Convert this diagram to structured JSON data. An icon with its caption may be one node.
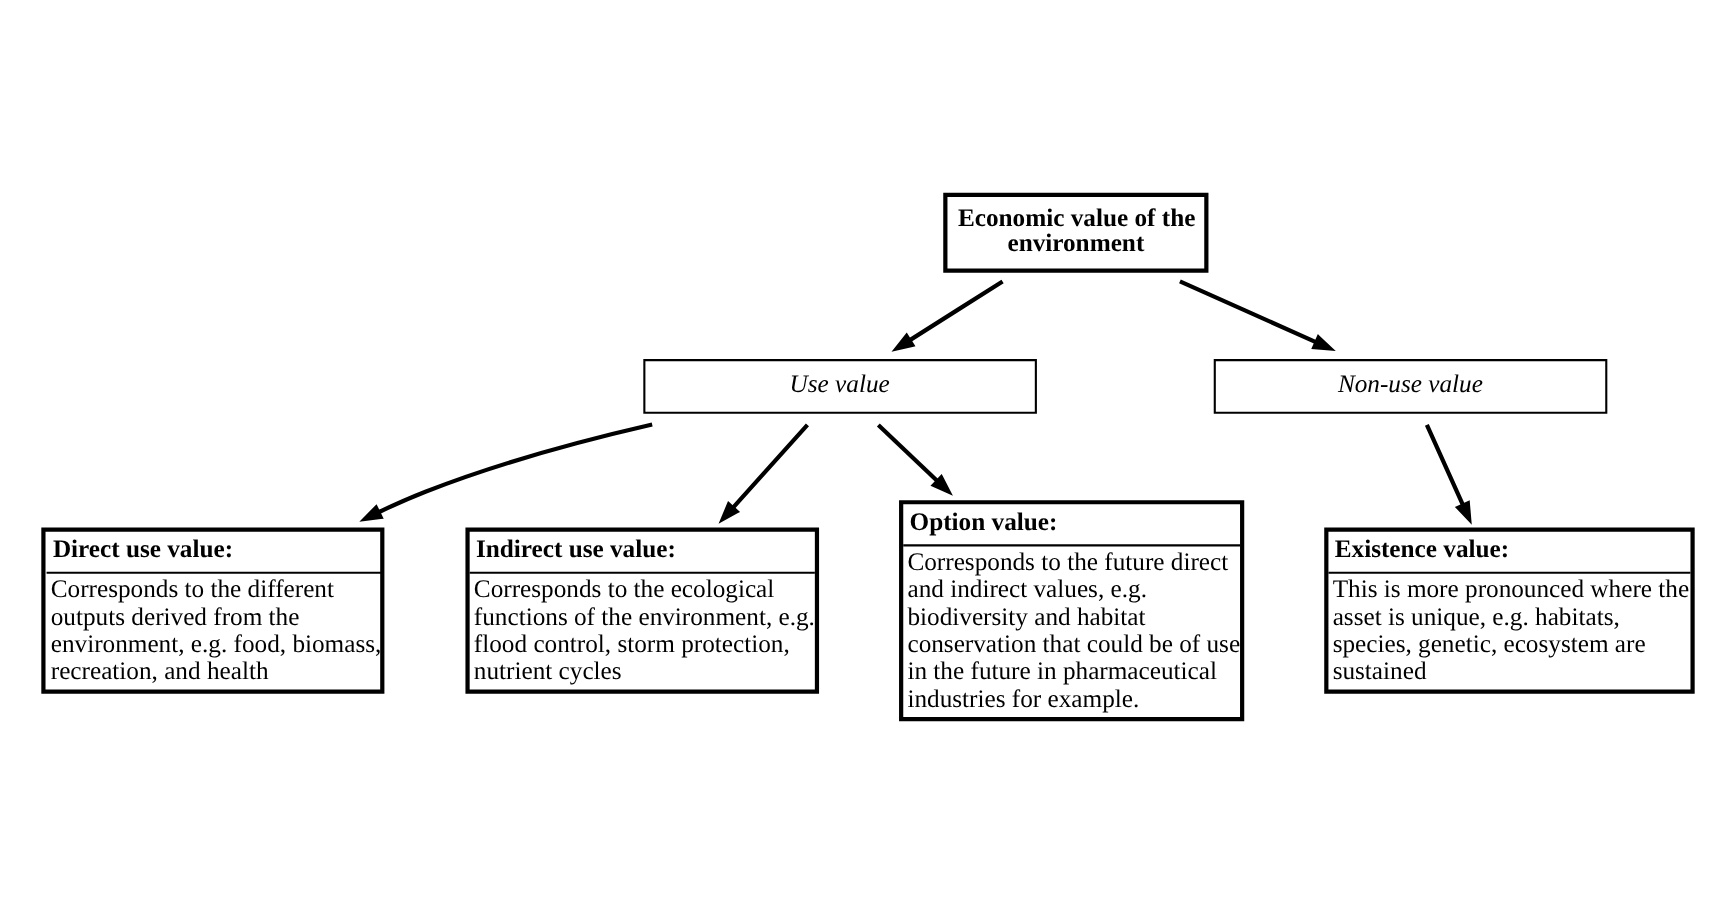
{
  "diagram": {
    "nodes": [
      {
        "text": [
          "Economic value of the environment"
        ]
      },
      {
        "text": [
          "Use value"
        ]
      },
      {
        "text": [
          "Non-use value"
        ]
      },
      {
        "text": [
          "Direct use value:",
          "Corresponds to the different outputs derived from the environment, e.g. food, biomass, recreation, and health"
        ]
      },
      {
        "text": [
          "Indirect use value:",
          "Corresponds to the ecological functions of the environment, e.g. flood control, storm protection, nutrient cycles"
        ]
      },
      {
        "text": [
          "Option value:",
          "Corresponds to the future direct and indirect values, e.g. biodiversity and habitat conservation that could be of use in the future in pharmaceutical industries for example."
        ]
      },
      {
        "text": [
          "Existence value:",
          "This is more pronounced where the asset is unique, e.g. habitats, species, genetic, ecosystem are sustained"
        ]
      }
    ],
    "edges": [
      {
        "from": 0,
        "to": 1,
        "arrow": "to"
      },
      {
        "from": 0,
        "to": 2,
        "arrow": "to"
      },
      {
        "from": 1,
        "to": 3,
        "arrow": "to"
      },
      {
        "from": 1,
        "to": 4,
        "arrow": "to"
      },
      {
        "from": 1,
        "to": 5,
        "arrow": "to"
      },
      {
        "from": 2,
        "to": 6,
        "arrow": "to"
      }
    ]
  }
}
